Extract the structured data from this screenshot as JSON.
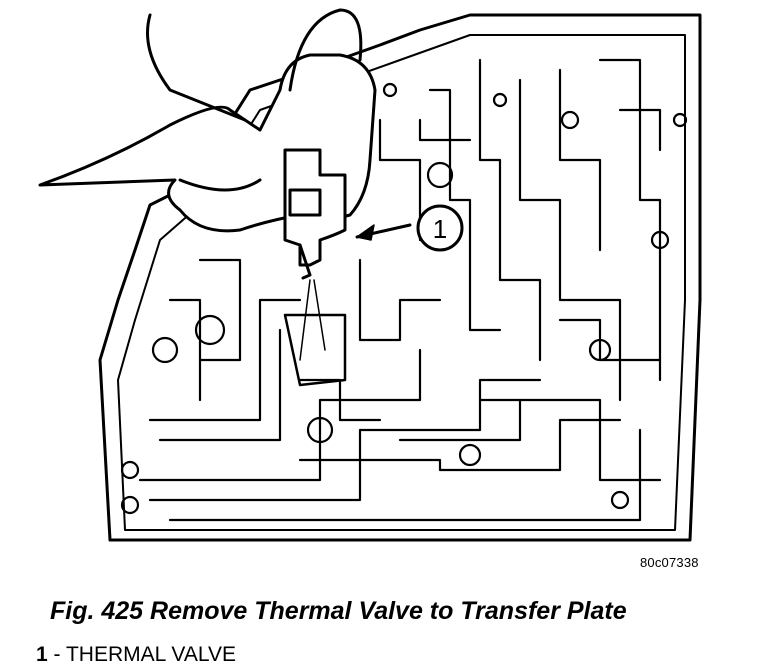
{
  "figure": {
    "callout_number": "1",
    "reference_id": "80c07338",
    "caption": "Fig. 425 Remove Thermal Valve to Transfer Plate",
    "legend": [
      {
        "number": "1",
        "separator": " - ",
        "label": "THERMAL VALVE"
      }
    ]
  },
  "colors": {
    "line": "#000000",
    "background": "#ffffff"
  },
  "icons": [
    "thermal-valve",
    "hand",
    "valve-body",
    "callout-arrow"
  ]
}
